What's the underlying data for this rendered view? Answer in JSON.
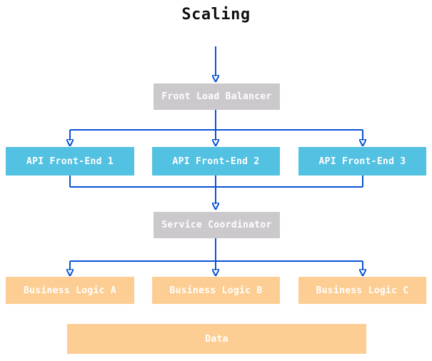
{
  "title": "Scaling",
  "colors": {
    "arrow": "#0b52d4",
    "gray": "#ccc9cc",
    "cyan": "#53c1e2",
    "orange": "#fcce93",
    "node_text": "#ffffff",
    "title_text": "#111111"
  },
  "nodes": {
    "front_load_balancer": {
      "label": "Front Load Balancer"
    },
    "api_front_end_1": {
      "label": "API Front-End 1"
    },
    "api_front_end_2": {
      "label": "API Front-End 2"
    },
    "api_front_end_3": {
      "label": "API Front-End 3"
    },
    "service_coordinator": {
      "label": "Service Coordinator"
    },
    "business_logic_a": {
      "label": "Business Logic A"
    },
    "business_logic_b": {
      "label": "Business Logic B"
    },
    "business_logic_c": {
      "label": "Business Logic C"
    },
    "data_store": {
      "label": "Data"
    }
  }
}
